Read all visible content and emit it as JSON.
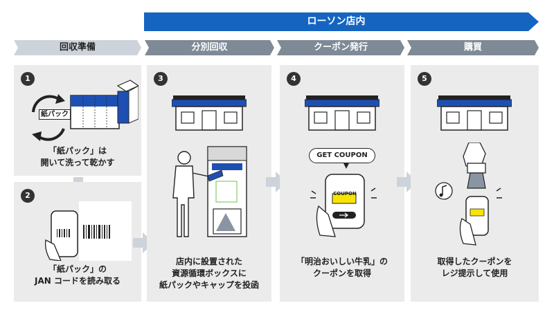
{
  "banner": {
    "label": "ローソン店内",
    "color": "#1565c0"
  },
  "stages": [
    {
      "label": "回収準備"
    },
    {
      "label": "分別回収"
    },
    {
      "label": "クーポン発行"
    },
    {
      "label": "購買"
    }
  ],
  "steps": [
    {
      "number": "1",
      "caption": [
        "「紙パック」は",
        "開いて洗って乾かす"
      ],
      "badge": "紙パック"
    },
    {
      "number": "2",
      "caption": [
        "「紙パック」の",
        "JAN コードを読み取る"
      ]
    },
    {
      "number": "3",
      "caption": [
        "店内に設置された",
        "資源循環ボックスに",
        "紙パックやキャップを投函"
      ]
    },
    {
      "number": "4",
      "caption": [
        "「明治おいしい牛乳」の",
        "クーポンを取得"
      ],
      "bubble": "GET COUPON",
      "phone_label": "COUPON"
    },
    {
      "number": "5",
      "caption": [
        "取得したクーポンを",
        "レジ提示して使用"
      ]
    }
  ],
  "colors": {
    "stage_light": "#cdd3da",
    "stage_dark": "#7e8a96",
    "panel": "#ebebeb",
    "accent_blue": "#1e50b4",
    "coupon_yellow": "#f7e400",
    "eco_green": "#6cc04a"
  }
}
